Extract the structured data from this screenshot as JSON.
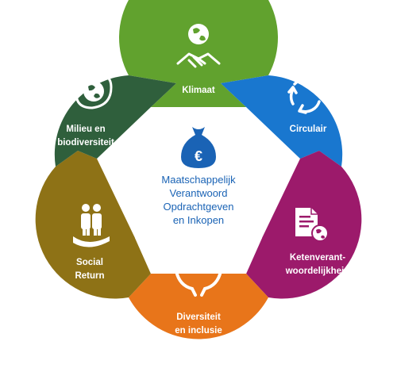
{
  "colors": {
    "klimaat": "#61a22e",
    "circulair": "#1977cf",
    "ketenverantwoordelijkheid": "#9c1a6b",
    "diversiteit": "#e8751a",
    "social_return": "#8e7216",
    "milieu": "#2f5f3c",
    "center_text": "#1a63b5"
  },
  "center": {
    "icon": "money-bag-euro-icon",
    "lines": [
      "Maatschappelijk",
      "Verantwoord",
      "Opdrachtgeven",
      "en Inkopen"
    ]
  },
  "segments": [
    {
      "id": "klimaat",
      "lines": [
        "Klimaat"
      ],
      "icon": "globe-handshake-icon"
    },
    {
      "id": "circulair",
      "lines": [
        "Circulair"
      ],
      "icon": "recycle-arrows-icon"
    },
    {
      "id": "ketenverantwoordelijkheid",
      "lines": [
        "Ketenverant-",
        "woordelijkheid"
      ],
      "icon": "document-globe-icon"
    },
    {
      "id": "diversiteit",
      "lines": [
        "Diversiteit",
        "en inclusie"
      ],
      "icon": "heart-hands-icon"
    },
    {
      "id": "social_return",
      "lines": [
        "Social",
        "Return"
      ],
      "icon": "people-hand-icon"
    },
    {
      "id": "milieu",
      "lines": [
        "Milieu en",
        "biodiversiteit"
      ],
      "icon": "globe-leaf-icon"
    }
  ]
}
